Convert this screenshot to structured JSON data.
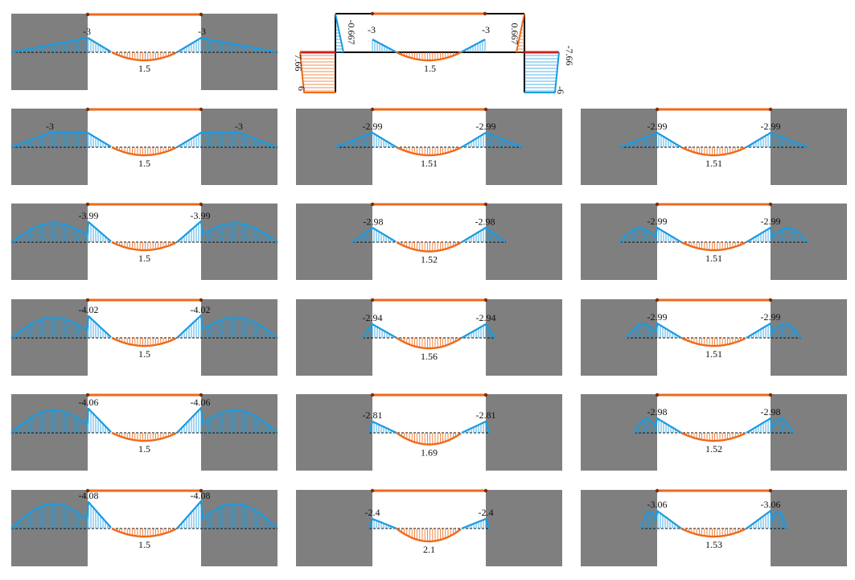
{
  "colors": {
    "wall": "#7f7f7f",
    "beam": "#ed6a1b",
    "hogging": "#1b9be0",
    "sagging": "#ed6a1b",
    "frame": "#000000",
    "baseline": "#000000",
    "column_top": "#d41e1e"
  },
  "frame_diagram": {
    "top_labels": {
      "hog_left": "-3",
      "hog_right": "-3",
      "sag_mid": "1.5"
    },
    "left_column": {
      "upper_label": "-0.667",
      "top_label": "7.66",
      "bottom_label": "6"
    },
    "right_column": {
      "upper_label": "0.667",
      "top_label": "-7.66",
      "bottom_label": "-6"
    }
  },
  "diagrams": [
    {
      "column": 1,
      "row": 1,
      "hog_label": "-3",
      "sag_label": "1.5"
    },
    {
      "column": 1,
      "row": 2,
      "hog_label": "-3",
      "sag_label": "1.5"
    },
    {
      "column": 1,
      "row": 3,
      "hog_label": "-3.99",
      "sag_label": "1.5"
    },
    {
      "column": 1,
      "row": 4,
      "hog_label": "-4.02",
      "sag_label": "1.5"
    },
    {
      "column": 1,
      "row": 5,
      "hog_label": "-4.06",
      "sag_label": "1.5"
    },
    {
      "column": 1,
      "row": 6,
      "hog_label": "-4.08",
      "sag_label": "1.5"
    },
    {
      "column": 2,
      "row": 2,
      "hog_label": "-2.99",
      "sag_label": "1.51"
    },
    {
      "column": 2,
      "row": 3,
      "hog_label": "-2.98",
      "sag_label": "1.52"
    },
    {
      "column": 2,
      "row": 4,
      "hog_label": "-2.94",
      "sag_label": "1.56"
    },
    {
      "column": 2,
      "row": 5,
      "hog_label": "-2.81",
      "sag_label": "1.69"
    },
    {
      "column": 2,
      "row": 6,
      "hog_label": "-2.4",
      "sag_label": "2.1"
    },
    {
      "column": 3,
      "row": 2,
      "hog_label": "-2.99",
      "sag_label": "1.51"
    },
    {
      "column": 3,
      "row": 3,
      "hog_label": "-2.99",
      "sag_label": "1.51"
    },
    {
      "column": 3,
      "row": 4,
      "hog_label": "-2.99",
      "sag_label": "1.51"
    },
    {
      "column": 3,
      "row": 5,
      "hog_label": "-2.98",
      "sag_label": "1.52"
    },
    {
      "column": 3,
      "row": 6,
      "hog_label": "-3.06",
      "sag_label": "1.53"
    }
  ]
}
